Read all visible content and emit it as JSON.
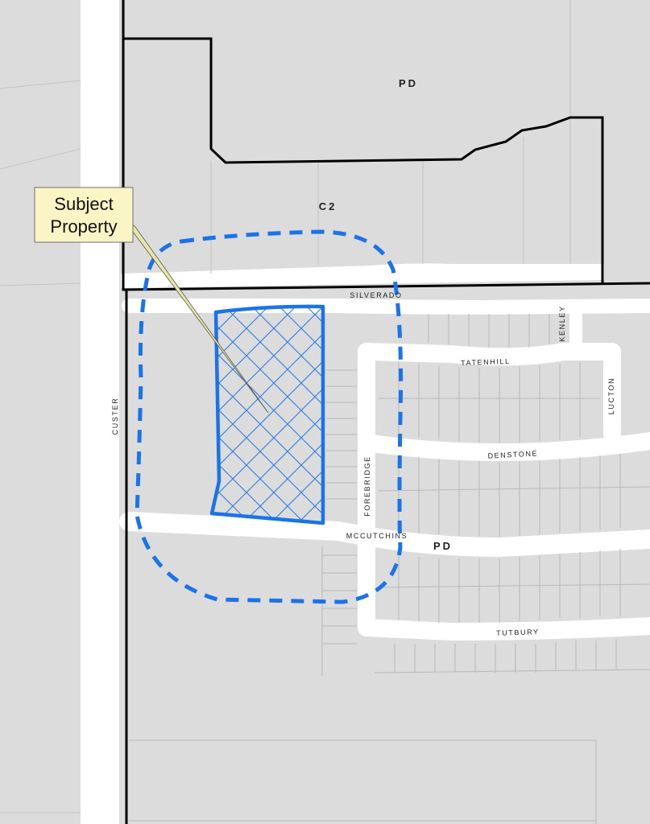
{
  "map": {
    "zones": {
      "pd_north": "PD",
      "c2": "C2",
      "pd_south": "PD"
    },
    "streets": {
      "silverado": "SILVERADO",
      "tatenhill": "TATENHILL",
      "kenley": "KENLEY",
      "lucton": "LUCTON",
      "denstone": "DENSTONE",
      "forebridge": "FOREBRIDGE",
      "mccutchins": "MCCUTCHINS",
      "tutbury": "TUTBURY",
      "custer": "CUSTER"
    },
    "callout": {
      "line1": "Subject",
      "line2": "Property"
    },
    "colors": {
      "parcel_fill": "#dcdcdc",
      "road": "#ffffff",
      "lot_line": "#b4b4b4",
      "zoning_boundary": "#000000",
      "subject_outline": "#1a73e8",
      "notification_buffer": "#1a73e8",
      "callout_fill": "#fbf5c6"
    }
  }
}
